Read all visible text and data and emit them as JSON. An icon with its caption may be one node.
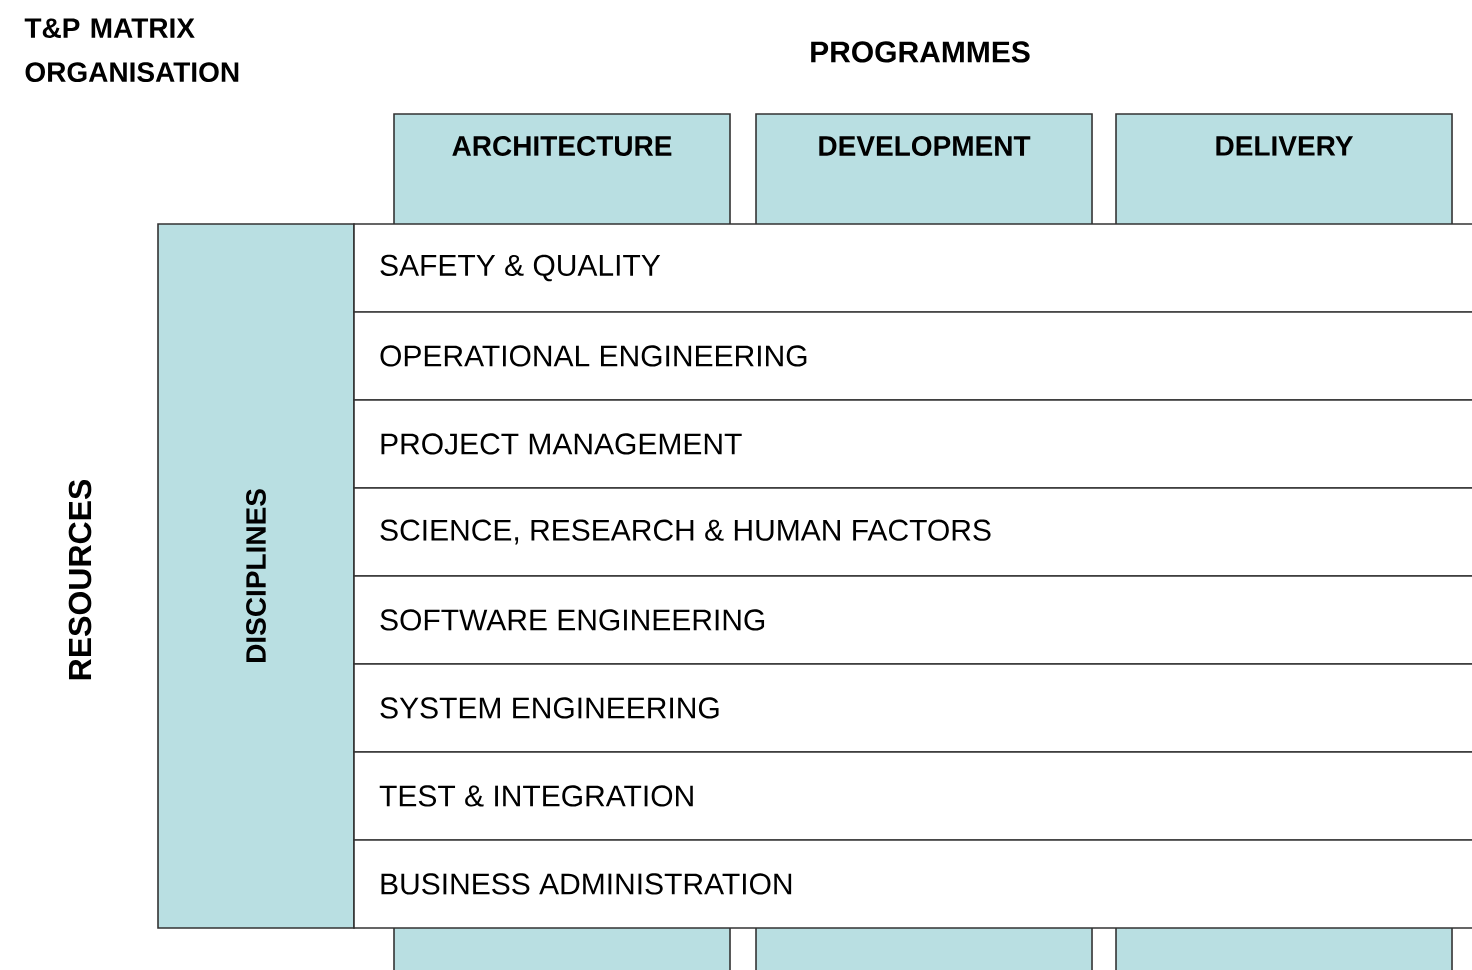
{
  "diagram": {
    "title": "T&P MATRIX ORGANISATION",
    "nodes": [
      {
        "text": [
          "ARCHITECTURE"
        ]
      },
      {
        "text": [
          "DEVELOPMENT"
        ]
      },
      {
        "text": [
          "DELIVERY"
        ]
      },
      {
        "text": [
          "DISCIPLINES"
        ]
      },
      {
        "text": [
          "SAFETY & QUALITY"
        ]
      },
      {
        "text": [
          "OPERATIONAL ENGINEERING"
        ]
      },
      {
        "text": [
          "PROJECT MANAGEMENT"
        ]
      },
      {
        "text": [
          "SCIENCE, RESEARCH & HUMAN FACTORS"
        ]
      },
      {
        "text": [
          "SOFTWARE ENGINEERING"
        ]
      },
      {
        "text": [
          "SYSTEM ENGINEERING"
        ]
      },
      {
        "text": [
          "TEST & INTEGRATION"
        ]
      },
      {
        "text": [
          "BUSINESS ADMINISTRATION"
        ]
      }
    ],
    "labels": [
      "PROGRAMMES",
      "RESOURCES"
    ]
  }
}
